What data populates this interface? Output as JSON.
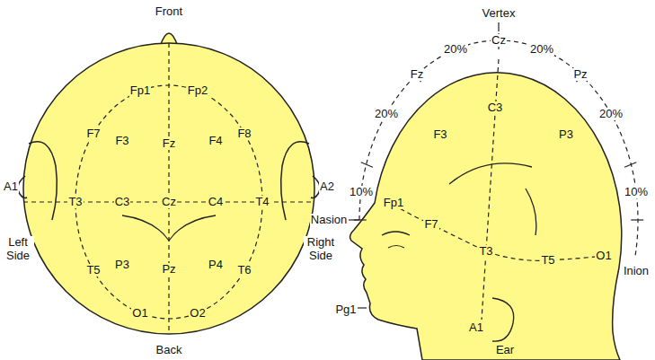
{
  "diagram": {
    "labels": [
      "Front",
      "Fp1",
      "Fp2",
      "F7",
      "F3",
      "Fz",
      "F4",
      "F8",
      "A1",
      "A2",
      "T3",
      "C3",
      "Cz",
      "C4",
      "T4",
      "Left Side",
      "Right Side",
      "P3",
      "Pz",
      "P4",
      "T5",
      "T6",
      "O1",
      "O2",
      "Back",
      "Vertex",
      "Fz",
      "20%",
      "Cz",
      "20%",
      "F3",
      "C3",
      "P3",
      "Pz",
      "20%",
      "20%",
      "10%",
      "Fp1",
      "Nasion",
      "F7",
      "T3",
      "T5",
      "O1",
      "10%",
      "Inion",
      "Pg1",
      "A1",
      "Ear"
    ]
  }
}
